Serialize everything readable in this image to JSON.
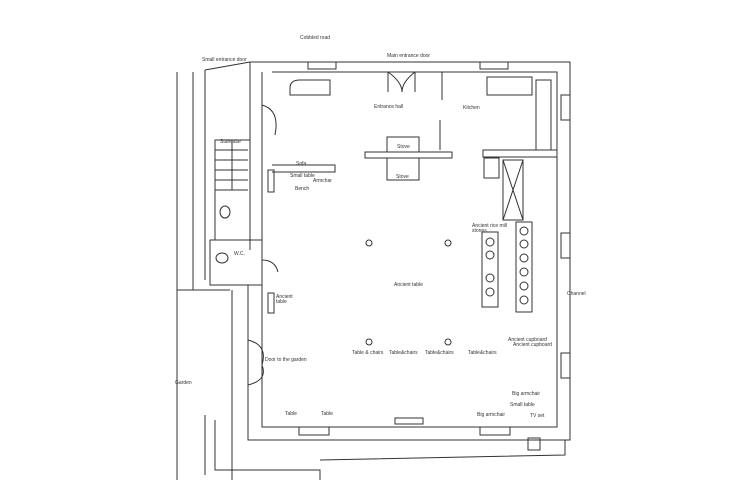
{
  "labels": {
    "cobbled_road": "Cobbled road",
    "small_entrance_door": "Small entrance door",
    "main_entrance_door": "Main entrance door",
    "entrance_hall": "Entrance hall",
    "kitchen": "Kitchen",
    "staircase": "Staircase",
    "stove_1": "Stove",
    "stove_2": "Stove",
    "sofa": "Sofa",
    "small_table_1": "Small table",
    "armchair": "Armchar",
    "bench": "Bench",
    "rice_mill_1": "Ancient rice mill",
    "rice_mill_2": "stones",
    "wc": "W.C.",
    "ancient_table_main": "Ancient table",
    "channel": "Channel",
    "ancient_table_side_1": "Ancient",
    "ancient_table_side_2": "table",
    "cupboard_1": "Ancient cupboard",
    "cupboard_2": "Ancient cupboard",
    "table_chairs_1": "Table & chairs",
    "table_chairs_2": "Table&chairs",
    "table_chairs_3": "Table&chairs",
    "table_chairs_4": "Table&chairs",
    "door_garden": "Door to the garden",
    "garden": "Garden",
    "big_armchair_1": "Big armchair",
    "small_table_2": "Small table",
    "table_1": "Table",
    "table_2": "Table",
    "big_armchair_2": "Big armchair",
    "tv_set": "TV set"
  }
}
